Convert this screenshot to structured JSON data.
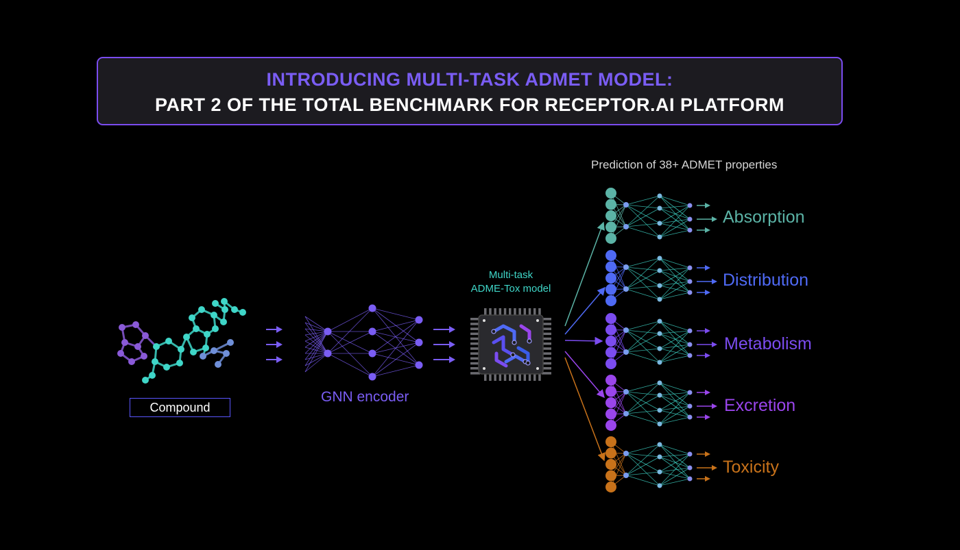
{
  "header": {
    "title_line1": "INTRODUCING MULTI-TASK ADMET MODEL:",
    "title_line2": "PART 2 OF THE TOTAL BENCHMARK FOR RECEPTOR.AI PLATFORM"
  },
  "compound": {
    "label": "Compound"
  },
  "encoder": {
    "label": "GNN encoder"
  },
  "model": {
    "label_line1": "Multi-task",
    "label_line2": "ADME-Tox model"
  },
  "prediction": {
    "label": "Prediction of 38+ ADMET properties"
  },
  "tasks": [
    {
      "label": "Absorption",
      "color": "#5bb3a6"
    },
    {
      "label": "Distribution",
      "color": "#4f6af5"
    },
    {
      "label": "Metabolism",
      "color": "#7b4cf0"
    },
    {
      "label": "Excretion",
      "color": "#9a45ec"
    },
    {
      "label": "Toxicity",
      "color": "#c8721a"
    }
  ],
  "colors": {
    "accent": "#7a5df4",
    "teal": "#3fd6c8",
    "encoder_node": "#7a5df4",
    "chip_body": "#2a2a2e"
  }
}
